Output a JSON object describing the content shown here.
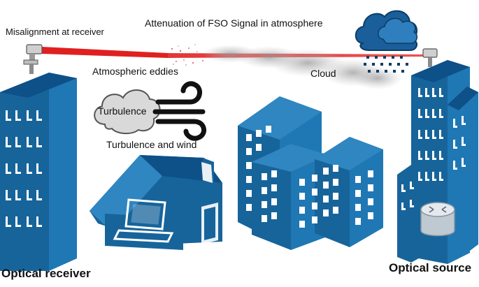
{
  "diagram": {
    "title": "Attenuation of FSO Signal in atmosphere",
    "labels": {
      "misalignment": "Misalignment at receiver",
      "eddies": "Atmospheric eddies",
      "cloud": "Cloud",
      "turbulence": "Turbulence",
      "turbulence_wind": "Turbulence and wind",
      "receiver": "Optical receiver",
      "source": "Optical source"
    },
    "icons": [
      "rain-cloud-icon",
      "wind-icon",
      "cloud-icon",
      "laser-transceiver-icon",
      "router-icon",
      "computer-icon"
    ],
    "colors": {
      "building": "#17649b",
      "building_light": "#2f86c1",
      "window": "#ffffff",
      "beam": "#e02020",
      "cloud": "#d9d9d9",
      "text": "#111111"
    }
  }
}
